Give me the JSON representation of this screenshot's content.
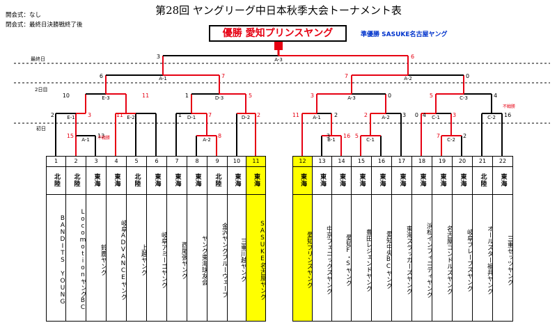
{
  "title": "第28回 ヤングリーグ中日本秋季大会トーナメント表",
  "opening": "開会式：なし",
  "closing": "閉会式：最終日決勝戦終了後",
  "champion": "優勝 愛知プリンスヤング",
  "runner_up": "準優勝 SASUKE名古屋ヤング",
  "round_labels": {
    "final_day": "最終日",
    "day2": "2日目",
    "day1": "初日"
  },
  "teams": [
    {
      "no": "1",
      "region": "北陸",
      "name": "BANDITS YOUNG"
    },
    {
      "no": "2",
      "region": "北陸",
      "name": "LocomotionヤングBC"
    },
    {
      "no": "3",
      "region": "東海",
      "name": "鈴鹿ヤング"
    },
    {
      "no": "4",
      "region": "東海",
      "name": "岐阜ADVANCEヤング"
    },
    {
      "no": "5",
      "region": "北陸",
      "name": "上越ヤング"
    },
    {
      "no": "6",
      "region": "東海",
      "name": "岐阜アミーゴヤング"
    },
    {
      "no": "7",
      "region": "東海",
      "name": "西尾張ヤング"
    },
    {
      "no": "8",
      "region": "東海",
      "name": "ヤング東海球友会"
    },
    {
      "no": "9",
      "region": "北陸",
      "name": "金沢ヤングブルーウェーブ"
    },
    {
      "no": "10",
      "region": "東海",
      "name": "三重川越ヤング"
    },
    {
      "no": "11",
      "region": "東海",
      "name": "SASUKE名古屋ヤング",
      "highlight": true
    },
    {
      "no": "12",
      "region": "東海",
      "name": "愛知プリンスヤング",
      "highlight": true
    },
    {
      "no": "13",
      "region": "東海",
      "name": "中京フェニックスヤング"
    },
    {
      "no": "14",
      "region": "東海",
      "name": "愛知F・Sヤング"
    },
    {
      "no": "15",
      "region": "東海",
      "name": "豊田レジェンドヤング"
    },
    {
      "no": "16",
      "region": "東海",
      "name": "愛知中央BCヤング"
    },
    {
      "no": "17",
      "region": "東海",
      "name": "東海スラッガーズヤング"
    },
    {
      "no": "18",
      "region": "東海",
      "name": "浜松インフィニティヤング"
    },
    {
      "no": "19",
      "region": "東海",
      "name": "名古屋コンドルズヤング"
    },
    {
      "no": "20",
      "region": "東海",
      "name": "岐阜ブレーブスヤング"
    },
    {
      "no": "21",
      "region": "北陸",
      "name": "オールスター福井ヤング"
    },
    {
      "no": "22",
      "region": "東海",
      "name": "三重ゼッツヤング"
    }
  ],
  "matches": [
    {
      "id": "A-1",
      "score_left": "6",
      "score_right": "7"
    },
    {
      "id": "A-2",
      "score_left": "7",
      "score_right": "0"
    },
    {
      "id": "A-3",
      "score_left": "3",
      "score_right": "6"
    },
    {
      "id": "B-1",
      "score_left": "3",
      "score_right": "16"
    },
    {
      "id": "C-1",
      "score_left": "4",
      "score_right": "3"
    },
    {
      "id": "C-2",
      "score_left": "7",
      "score_right": "2"
    },
    {
      "id": "C-3",
      "score_left": "5",
      "score_right": "4"
    },
    {
      "id": "D-1",
      "score_left": "1",
      "score_right": "7"
    },
    {
      "id": "D-2",
      "score_left": "",
      "score_right": "2"
    },
    {
      "id": "D-3",
      "score_left": "1",
      "score_right": "5"
    },
    {
      "id": "E-1",
      "score_left": "2",
      "score_right": "3"
    },
    {
      "id": "E-2",
      "score_left": "11",
      "score_right": ""
    },
    {
      "id": "E-3",
      "score_left": "10",
      "score_right": "11"
    }
  ],
  "extra_scores": [
    "15",
    "13",
    "16",
    "11",
    "2",
    "3",
    "0",
    "2",
    "8",
    "5",
    "3",
    "0"
  ],
  "notes": {
    "forfeit_left": "不戦勝",
    "forfeit_right": "不戦勝"
  },
  "colors": {
    "win": "#e60012",
    "loss": "#000000",
    "highlight": "#ffff00",
    "runner": "#0033cc"
  }
}
